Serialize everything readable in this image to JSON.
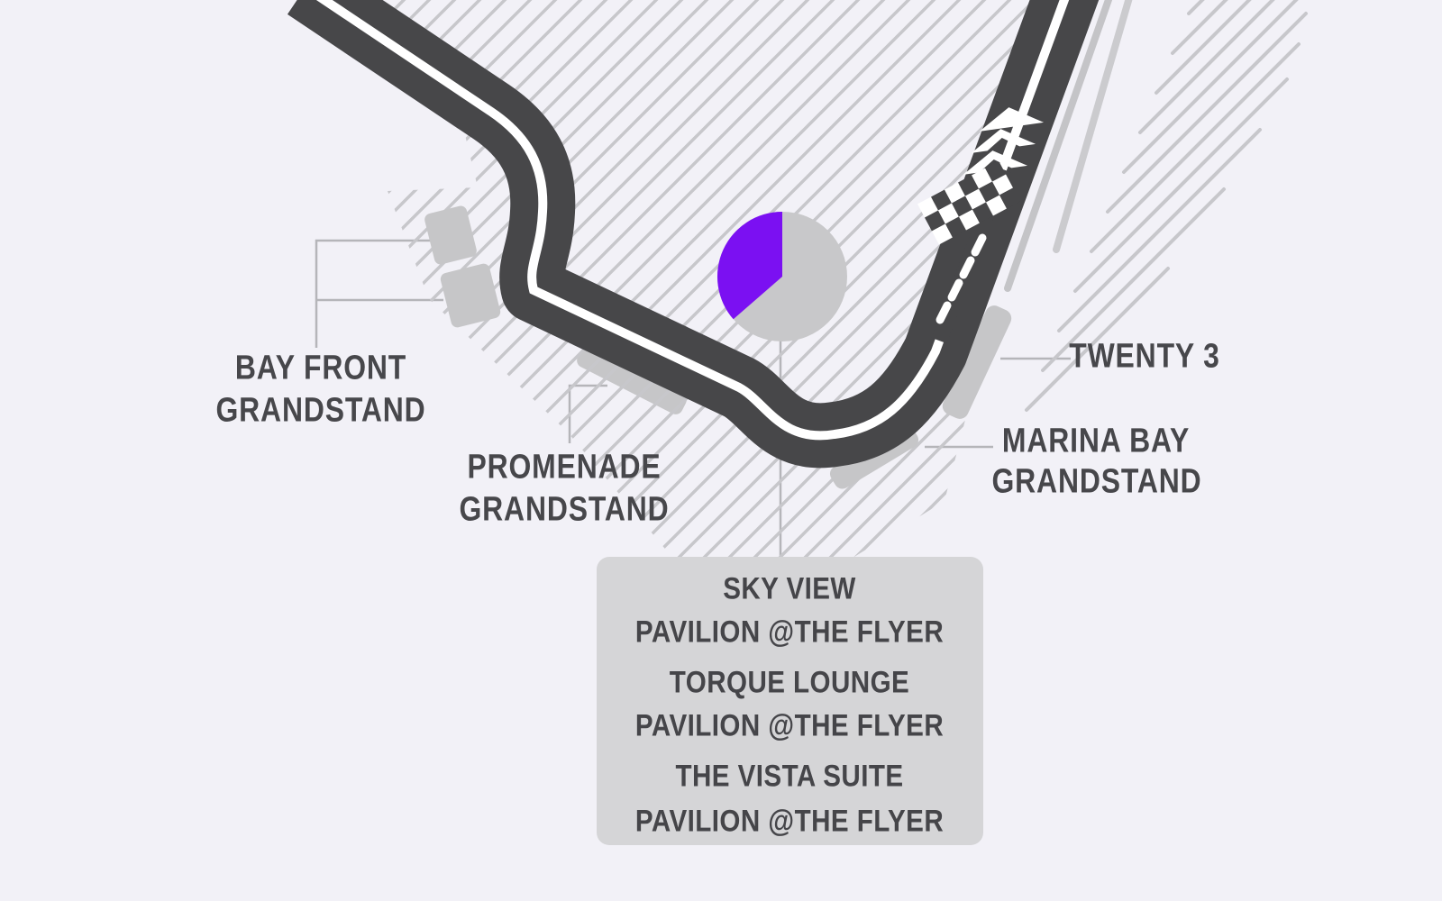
{
  "map": {
    "title": "street-circuit seating map",
    "background_color": "#F2F1F7",
    "track_color": "#474749",
    "track_line_color": "#FFFFFF",
    "hatch_color": "#C7C7CB",
    "grandstand_color": "#C6C6C8",
    "leader_line_color": "#B5B5B9",
    "label_color": "#47474B",
    "callout_bg_color": "#D5D5D7",
    "accent_purple": "#7B10F2"
  },
  "labels": {
    "bay_front": {
      "line1": "BAY FRONT",
      "line2": "GRANDSTAND"
    },
    "promenade": {
      "line1": "PROMENADE",
      "line2": "GRANDSTAND"
    },
    "twenty3": {
      "line1": "TWENTY 3"
    },
    "marina_bay": {
      "line1": "MARINA BAY",
      "line2": "GRANDSTAND"
    }
  },
  "callout": {
    "entries": [
      {
        "line1": "SKY VIEW",
        "line2": "PAVILION @THE FLYER"
      },
      {
        "line1": "TORQUE LOUNGE",
        "line2": "PAVILION @THE FLYER"
      },
      {
        "line1": "THE VISTA SUITE",
        "line2": "PAVILION @THE FLYER"
      }
    ]
  },
  "pie_marker": {
    "filled_fraction": 0.36,
    "fill_color": "#7B10F2",
    "base_color": "#C8C8CA"
  }
}
